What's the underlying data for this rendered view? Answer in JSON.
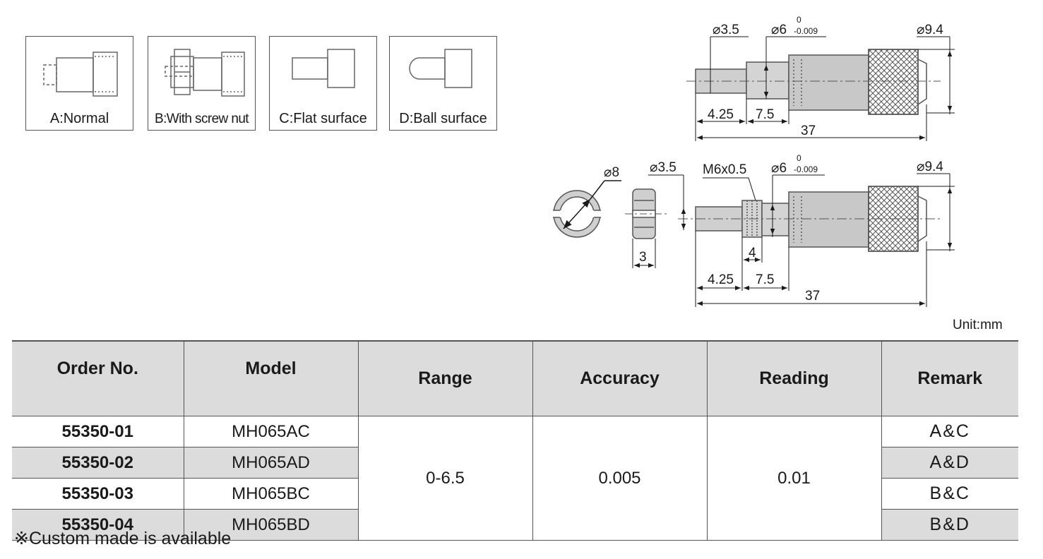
{
  "variants": [
    {
      "label": "A:Normal",
      "icon": "normal-spindle-icon"
    },
    {
      "label": "B:With screw nut",
      "icon": "screw-nut-spindle-icon"
    },
    {
      "label": "C:Flat surface",
      "icon": "flat-tip-icon"
    },
    {
      "label": "D:Ball surface",
      "icon": "ball-tip-icon"
    }
  ],
  "drawing_top": {
    "dia_spindle": "⌀3.5",
    "dia_sleeve": "⌀6",
    "tol_upper": "0",
    "tol_lower": "-0.009",
    "dia_thimble": "⌀9.4",
    "len_tip": "4.25",
    "len_sleeve": "7.5",
    "len_total": "37"
  },
  "drawing_bottom": {
    "dia_nut": "⌀8",
    "dia_spindle": "⌀3.5",
    "thread": "M6x0.5",
    "dia_sleeve": "⌀6",
    "tol_upper": "0",
    "tol_lower": "-0.009",
    "dia_thimble": "⌀9.4",
    "nut_width": "3",
    "thread_len": "4",
    "len_tip": "4.25",
    "len_sleeve": "7.5",
    "len_total": "37"
  },
  "unit_label": "Unit:mm",
  "table": {
    "headers": {
      "order_no": "Order No.",
      "model": "Model",
      "range": "Range",
      "accuracy": "Accuracy",
      "reading": "Reading",
      "remark": "Remark"
    },
    "rows": [
      {
        "order_no": "55350-01",
        "model": "MH065AC",
        "remark": "A&C"
      },
      {
        "order_no": "55350-02",
        "model": "MH065AD",
        "remark": "A&D"
      },
      {
        "order_no": "55350-03",
        "model": "MH065BC",
        "remark": "B&C"
      },
      {
        "order_no": "55350-04",
        "model": "MH065BD",
        "remark": "B&D"
      }
    ],
    "shared": {
      "range": "0-6.5",
      "accuracy": "0.005",
      "reading": "0.01"
    }
  },
  "note": "※Custom made is available"
}
